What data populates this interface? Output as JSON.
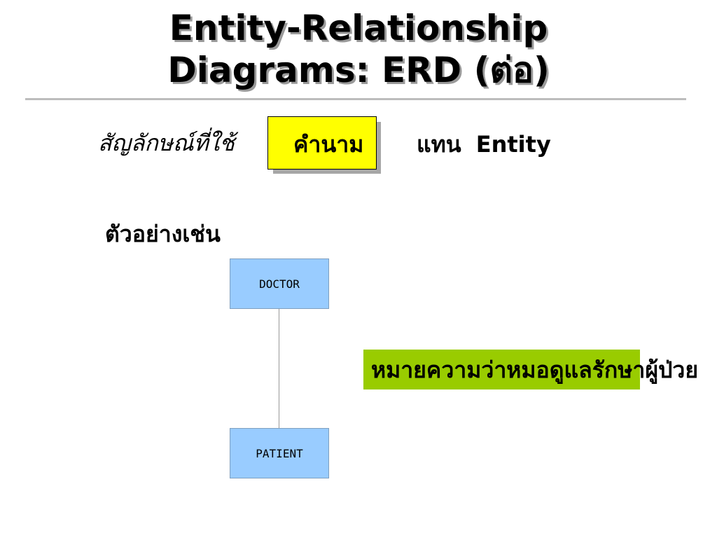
{
  "slide": {
    "title_line1": "Entity-Relationship",
    "title_line2": "Diagrams: ERD (ต่อ)",
    "symbol_label": "สัญลักษณ์ที่ใช้",
    "noun_label": "คำนาม",
    "represents_label": "แทน  Entity",
    "example_label": "ตัวอย่างเช่น",
    "meaning": "หมายความว่าหมอดูแลรักษาผู้ป่วย"
  },
  "diagram": {
    "entities": [
      {
        "name": "DOCTOR"
      },
      {
        "name": "PATIENT"
      }
    ]
  },
  "colors": {
    "noun_box": "#ffff00",
    "entity_fill": "#99ccff",
    "meaning_highlight": "#99cc00",
    "title_rule": "#bdbdbd"
  }
}
